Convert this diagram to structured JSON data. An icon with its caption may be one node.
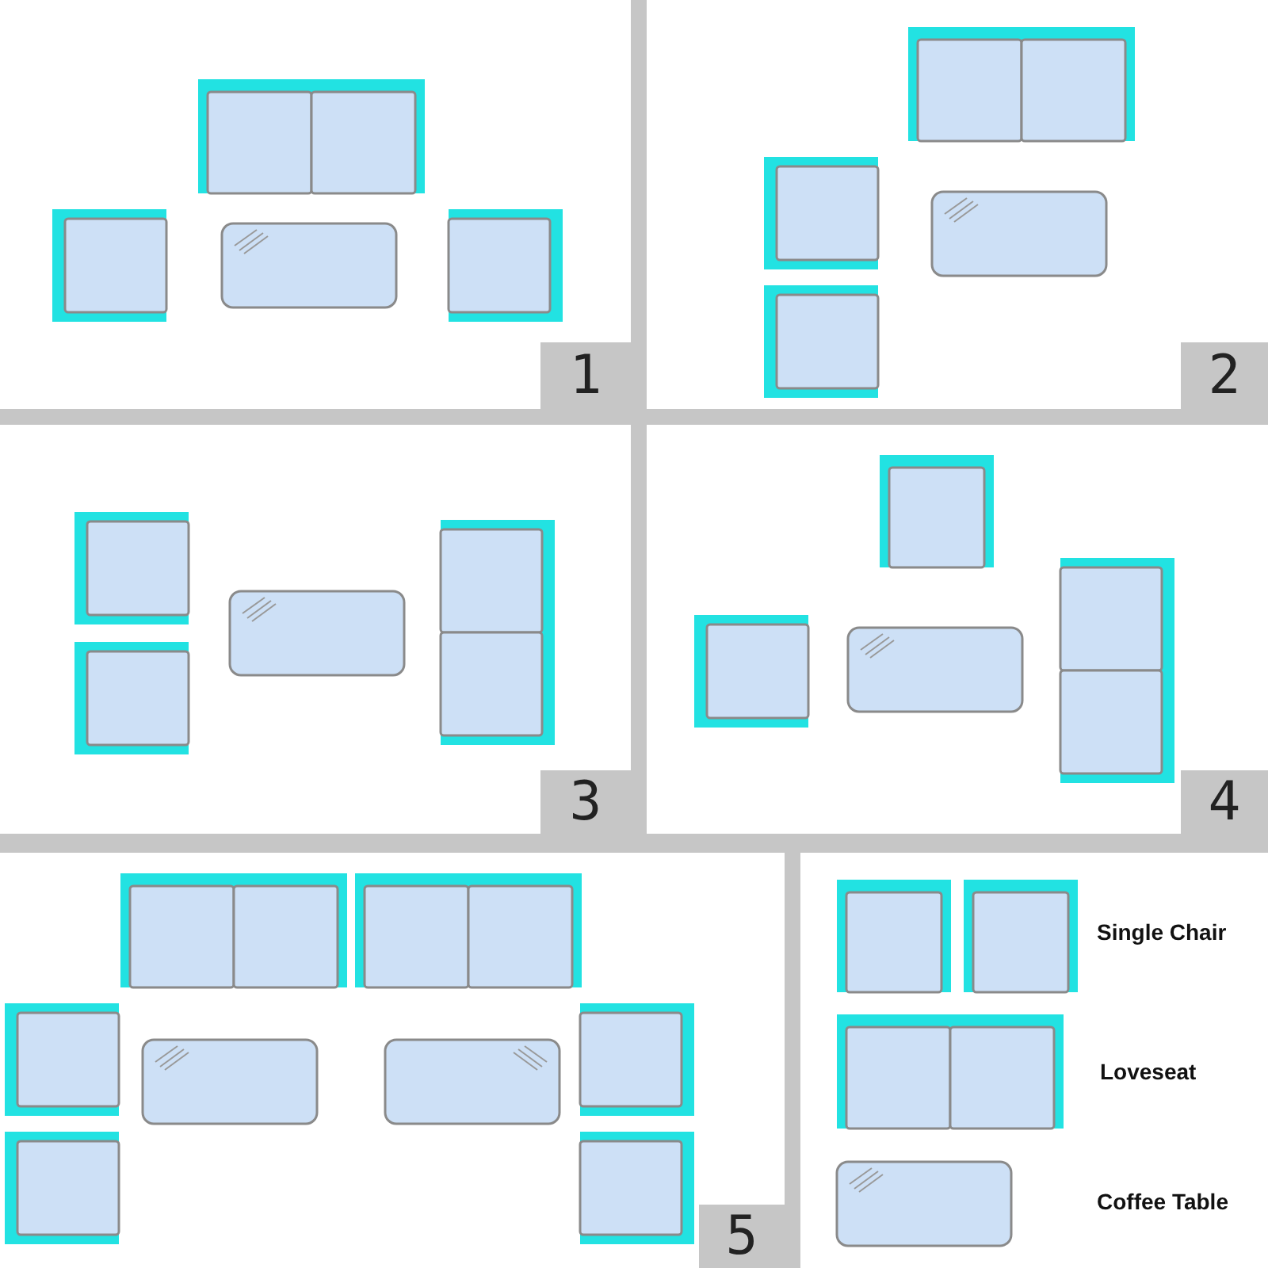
{
  "diagram": {
    "nodes": [
      {
        "text": [
          "1"
        ]
      },
      {
        "text": [
          "2"
        ]
      },
      {
        "text": [
          "3"
        ]
      },
      {
        "text": [
          "4"
        ]
      },
      {
        "text": [
          "5"
        ]
      }
    ],
    "legend": [
      {
        "text": "Single Chair"
      },
      {
        "text": "Loveseat"
      },
      {
        "text": "Coffee Table"
      }
    ]
  }
}
